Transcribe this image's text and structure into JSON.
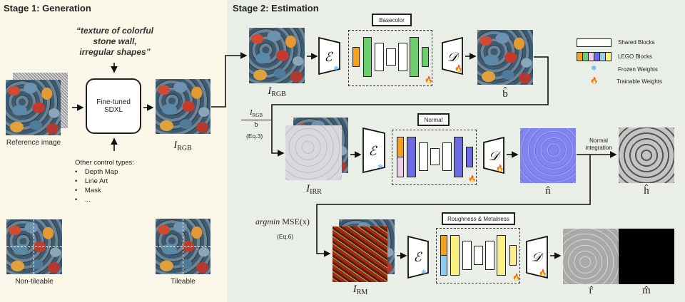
{
  "stage1": {
    "title": "Stage 1: Generation",
    "prompt": "“texture of colorful stone wall, irregular shapes”",
    "model": "Fine-tuned SDXL",
    "reference_label": "Reference image",
    "output_label_I": "I",
    "output_label_sub": "RGB",
    "controls_title": "Other control types:",
    "controls": [
      "Depth Map",
      "Line Art",
      "Mask",
      "..."
    ],
    "non_tileable": "Non-tileable",
    "tileable": "Tileable"
  },
  "stage2": {
    "title": "Stage 2: Estimation",
    "basecolor": "Basecolor",
    "normal": "Normal",
    "rm": "Roughness & Metalness",
    "encoder": "ℰ",
    "decoder": "𝒟",
    "irgb_sub": "RGB",
    "irr_sub": "IRR",
    "irm_sub": "RM",
    "I": "I",
    "b_hat": "b̂",
    "n_hat": "n̂",
    "h_hat": "ĥ",
    "r_hat": "r̂",
    "m_hat": "m̂",
    "fraction_num": "RGB",
    "fraction_den": "b̂",
    "eq3": "(Eq.3)",
    "argmin": "argmin",
    "mse": "MSE(x)",
    "eq6": "(Eq.6)",
    "normal_integration": "Normal integration"
  },
  "legend": {
    "shared": "Shared Blocks",
    "lego": "LEGO Blocks",
    "frozen": "Frozen Weights",
    "trainable": "Trainable Weights",
    "snow_icon": "❄",
    "flame_icon": "🔥"
  },
  "colors": {
    "orange": "#f5a11c",
    "green": "#6dcf6d",
    "pink": "#f1cdec",
    "blue": "#6b6be6",
    "lightblue": "#8fcdf0",
    "yellow": "#fbf083"
  }
}
